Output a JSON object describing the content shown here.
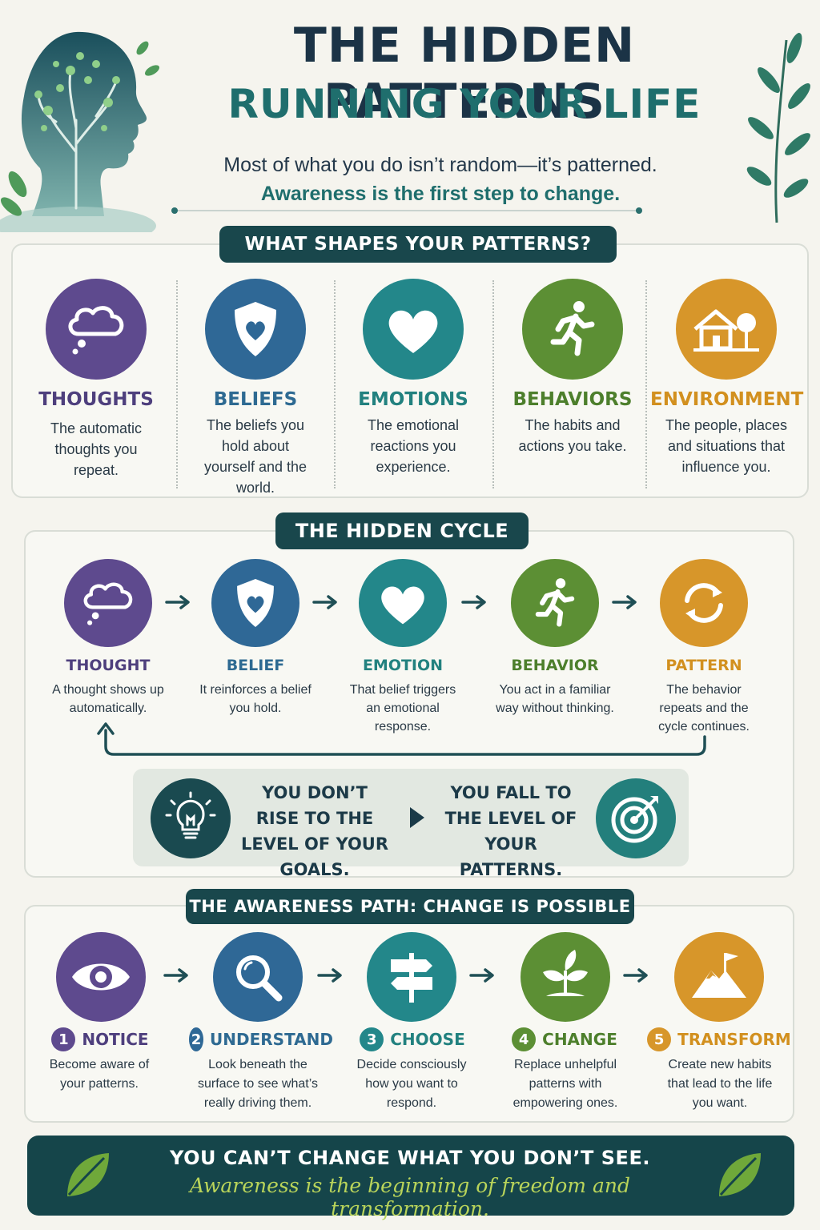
{
  "header": {
    "title_line1": "THE HIDDEN PATTERNS",
    "title_line2": "RUNNING YOUR LIFE",
    "subtitle_line1": "Most of what you do isn’t random—it’s patterned.",
    "subtitle_line2": "Awareness is the first step to change."
  },
  "shapes": {
    "heading": "WHAT SHAPES YOUR PATTERNS?",
    "items": [
      {
        "label": "THOUGHTS",
        "desc": "The automatic thoughts you repeat.",
        "icon": "thought-bubble-icon",
        "color": "#5e4a8e"
      },
      {
        "label": "BELIEFS",
        "desc": "The beliefs you hold about yourself and the world.",
        "icon": "shield-heart-icon",
        "color": "#2f6896"
      },
      {
        "label": "EMOTIONS",
        "desc": "The emotional reactions you experience.",
        "icon": "heart-icon",
        "color": "#23878a"
      },
      {
        "label": "BEHAVIORS",
        "desc": "The habits and actions you take.",
        "icon": "running-person-icon",
        "color": "#5c8f34"
      },
      {
        "label": "ENVIRONMENT",
        "desc": "The people, places and situations that influence you.",
        "icon": "house-tree-icon",
        "color": "#d7962a"
      }
    ]
  },
  "cycle": {
    "heading": "THE HIDDEN CYCLE",
    "items": [
      {
        "label": "THOUGHT",
        "desc": "A thought shows up automatically.",
        "icon": "thought-bubble-icon"
      },
      {
        "label": "BELIEF",
        "desc": "It reinforces a belief you hold.",
        "icon": "shield-heart-icon"
      },
      {
        "label": "EMOTION",
        "desc": "That belief triggers an emotional response.",
        "icon": "heart-icon"
      },
      {
        "label": "BEHAVIOR",
        "desc": "You act in a familiar way without thinking.",
        "icon": "running-person-icon"
      },
      {
        "label": "PATTERN",
        "desc": "The behavior repeats and the cycle continues.",
        "icon": "cycle-arrows-icon"
      }
    ],
    "quote_left": "YOU DON’T RISE TO THE LEVEL OF YOUR GOALS.",
    "quote_right": "YOU FALL TO THE LEVEL OF YOUR PATTERNS."
  },
  "path": {
    "heading": "THE AWARENESS PATH: CHANGE IS POSSIBLE",
    "steps": [
      {
        "num": "1",
        "label": "NOTICE",
        "desc": "Become aware of your patterns.",
        "icon": "eye-icon"
      },
      {
        "num": "2",
        "label": "UNDERSTAND",
        "desc": "Look beneath the surface to see what’s really driving them.",
        "icon": "magnifier-icon"
      },
      {
        "num": "3",
        "label": "CHOOSE",
        "desc": "Decide consciously how you want to respond.",
        "icon": "signpost-icon"
      },
      {
        "num": "4",
        "label": "CHANGE",
        "desc": "Replace unhelpful patterns with empowering ones.",
        "icon": "sprout-icon"
      },
      {
        "num": "5",
        "label": "TRANSFORM",
        "desc": "Create new habits that lead to the life you want.",
        "icon": "mountain-flag-icon"
      }
    ]
  },
  "footer": {
    "line1": "YOU CAN’T CHANGE WHAT YOU DON’T SEE.",
    "line2": "Awareness is the beginning of freedom and transformation."
  }
}
